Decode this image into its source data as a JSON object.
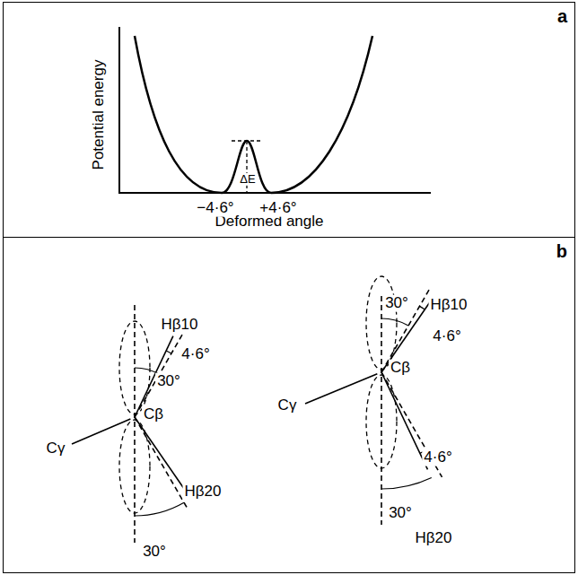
{
  "diagram": {
    "nodes": [
      {
        "text": [
          "a"
        ]
      },
      {
        "text": [
          "b"
        ]
      }
    ],
    "labels": [
      "Potential energy",
      "Deformed angle",
      "−4·6°",
      "+4·6°",
      "ΔE",
      "Hβ10",
      "4·6°",
      "30°",
      "Cγ",
      "Cβ",
      "Hβ20",
      "30°",
      "30°",
      "Hβ10",
      "4·6°",
      "Cγ",
      "Cβ",
      "4·6°",
      "30°",
      "Hβ20"
    ]
  }
}
